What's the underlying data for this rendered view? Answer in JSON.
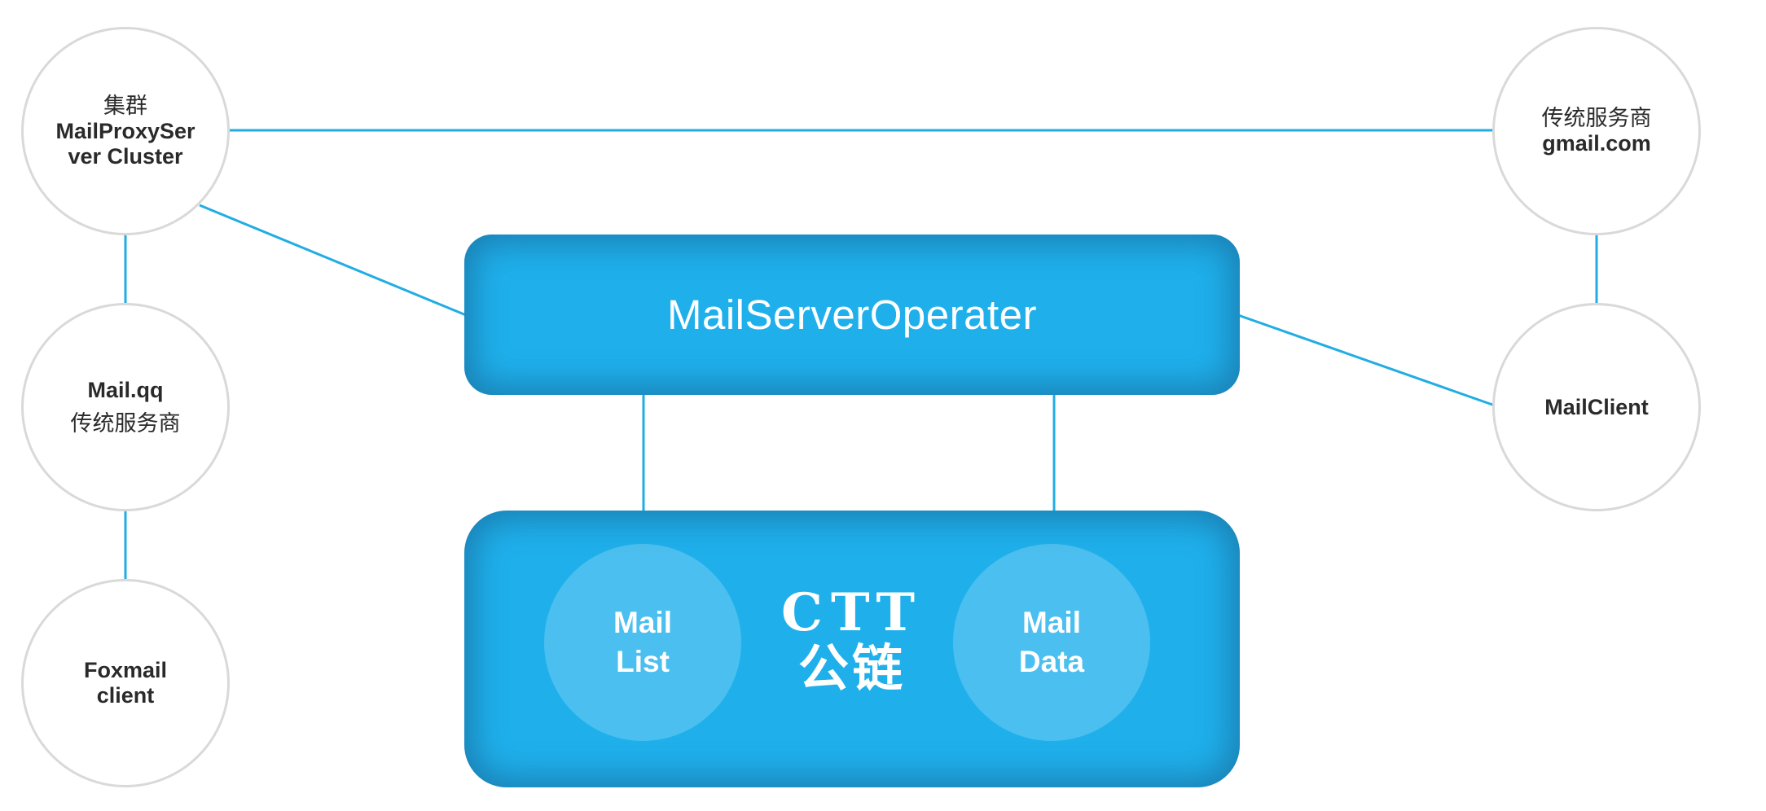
{
  "colors": {
    "connector": "#21ade3",
    "blue_box": "#1fb0ec",
    "node_border": "#d9d9d9",
    "node_text": "#2a2a2a",
    "inner_text": "#ffffff"
  },
  "nodes": {
    "cluster": {
      "line1": "集群",
      "line2": "MailProxySer",
      "line3": "ver Cluster"
    },
    "qq": {
      "line1": "Mail.qq",
      "line2": "传统服务商"
    },
    "foxmail": {
      "line1": "Foxmail",
      "line2": "client"
    },
    "gmail": {
      "line1": "传统服务商",
      "line2": "gmail.com"
    },
    "mailclient": {
      "line1": "MailClient"
    }
  },
  "operator": {
    "label": "MailServerOperater"
  },
  "ctt": {
    "title_line1": "CTT",
    "title_line2": "公链",
    "mail_list": {
      "line1": "Mail",
      "line2": "List"
    },
    "mail_data": {
      "line1": "Mail",
      "line2": "Data"
    }
  }
}
